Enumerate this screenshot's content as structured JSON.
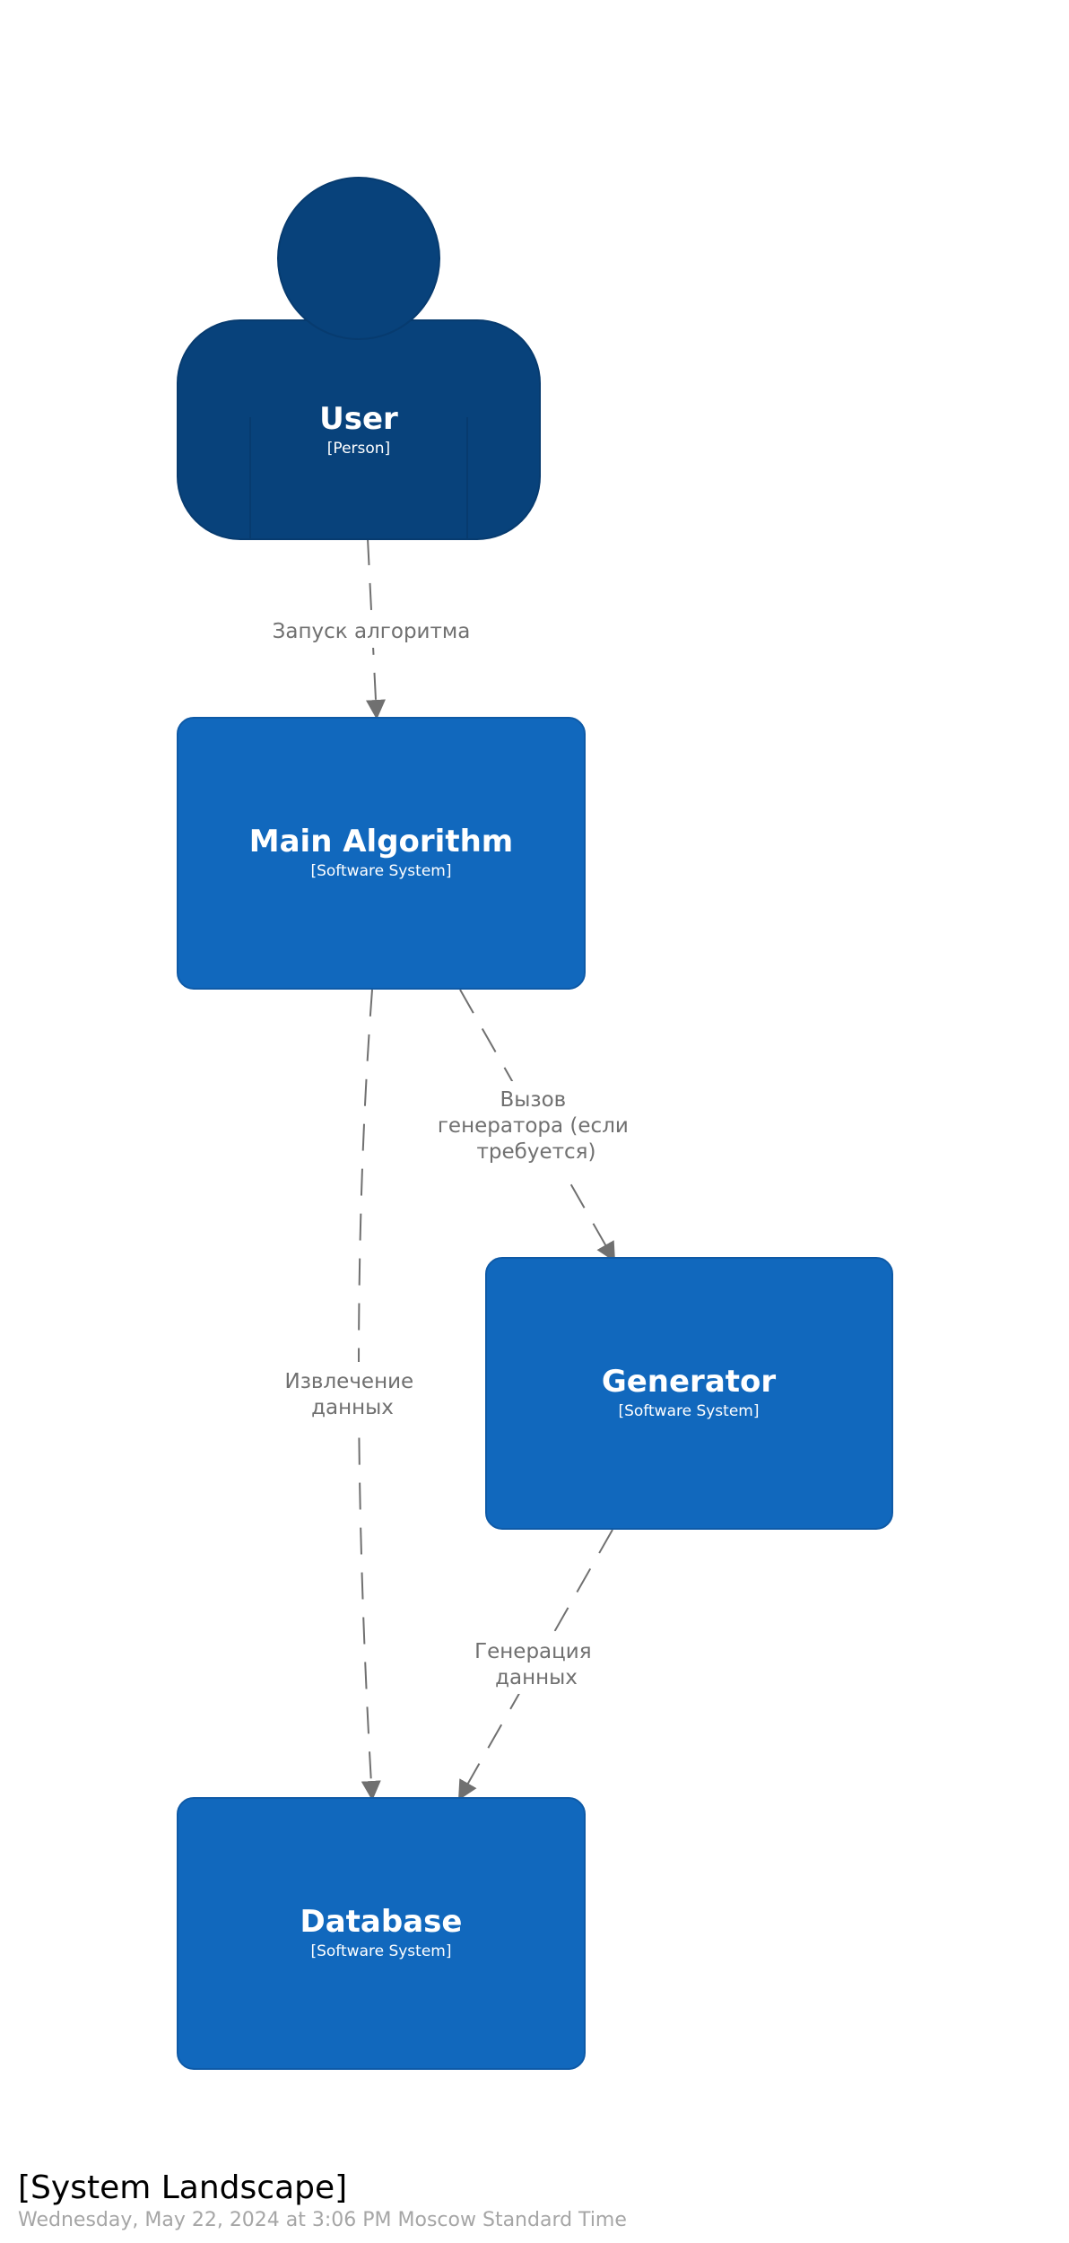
{
  "colors": {
    "person": "#08427b",
    "software_system": "#1168bd",
    "edge": "#707070",
    "background": "#ffffff"
  },
  "nodes": {
    "user": {
      "name": "User",
      "type": "[Person]"
    },
    "main_algorithm": {
      "name": "Main Algorithm",
      "type": "[Software System]"
    },
    "generator": {
      "name": "Generator",
      "type": "[Software System]"
    },
    "database": {
      "name": "Database",
      "type": "[Software System]"
    }
  },
  "edges": {
    "user_to_main": {
      "label": [
        "Запуск алгоритма"
      ]
    },
    "main_to_generator": {
      "label": [
        "Вызов",
        "генератора (если",
        "требуется)"
      ]
    },
    "main_to_database": {
      "label": [
        "Извлечение",
        "данных"
      ]
    },
    "generator_to_database": {
      "label": [
        "Генерация",
        "данных"
      ]
    }
  },
  "footer": {
    "title": "[System Landscape]",
    "timestamp": "Wednesday, May 22, 2024 at 3:06 PM Moscow Standard Time"
  }
}
